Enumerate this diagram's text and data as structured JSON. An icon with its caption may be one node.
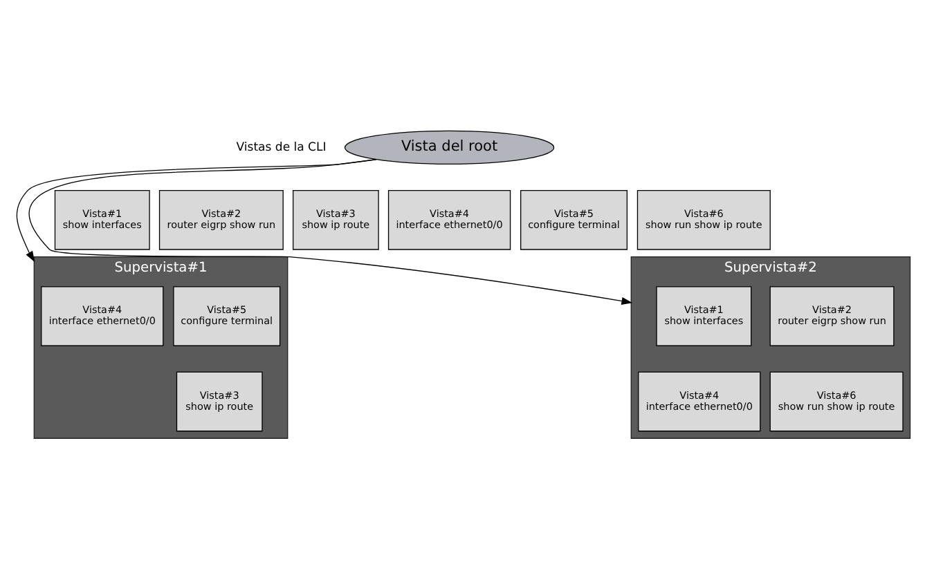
{
  "diagram": {
    "nodes": [
      {
        "text": [
          "Vista del root"
        ]
      },
      {
        "text": [
          "Vista#1",
          "show interfaces"
        ]
      },
      {
        "text": [
          "Vista#2",
          "router eigrp show run"
        ]
      },
      {
        "text": [
          "Vista#3",
          "show ip route"
        ]
      },
      {
        "text": [
          "Vista#4",
          "interface ethernet0/0"
        ]
      },
      {
        "text": [
          "Vista#5",
          "configure terminal"
        ]
      },
      {
        "text": [
          "Vista#6",
          "show run show ip route"
        ]
      },
      {
        "text": [
          "Supervista#1"
        ]
      },
      {
        "text": [
          "Vista#4",
          "interface ethernet0/0"
        ],
        "in": 7
      },
      {
        "text": [
          "Vista#5",
          "configure terminal"
        ],
        "in": 7
      },
      {
        "text": [
          "Vista#3",
          "show ip route"
        ],
        "in": 7
      },
      {
        "text": [
          "Supervista#2"
        ]
      },
      {
        "text": [
          "Vista#1",
          "show interfaces"
        ],
        "in": 11
      },
      {
        "text": [
          "Vista#2",
          "router eigrp show run"
        ],
        "in": 11
      },
      {
        "text": [
          "Vista#4",
          "interface ethernet0/0"
        ],
        "in": 11
      },
      {
        "text": [
          "Vista#6",
          "show run show ip route"
        ],
        "in": 11
      }
    ],
    "edges": [
      {
        "from": 0,
        "to": 7,
        "arrow": "to"
      },
      {
        "from": 0,
        "to": 11,
        "arrow": "to"
      }
    ],
    "labels": [
      "Vistas de la CLI"
    ]
  }
}
